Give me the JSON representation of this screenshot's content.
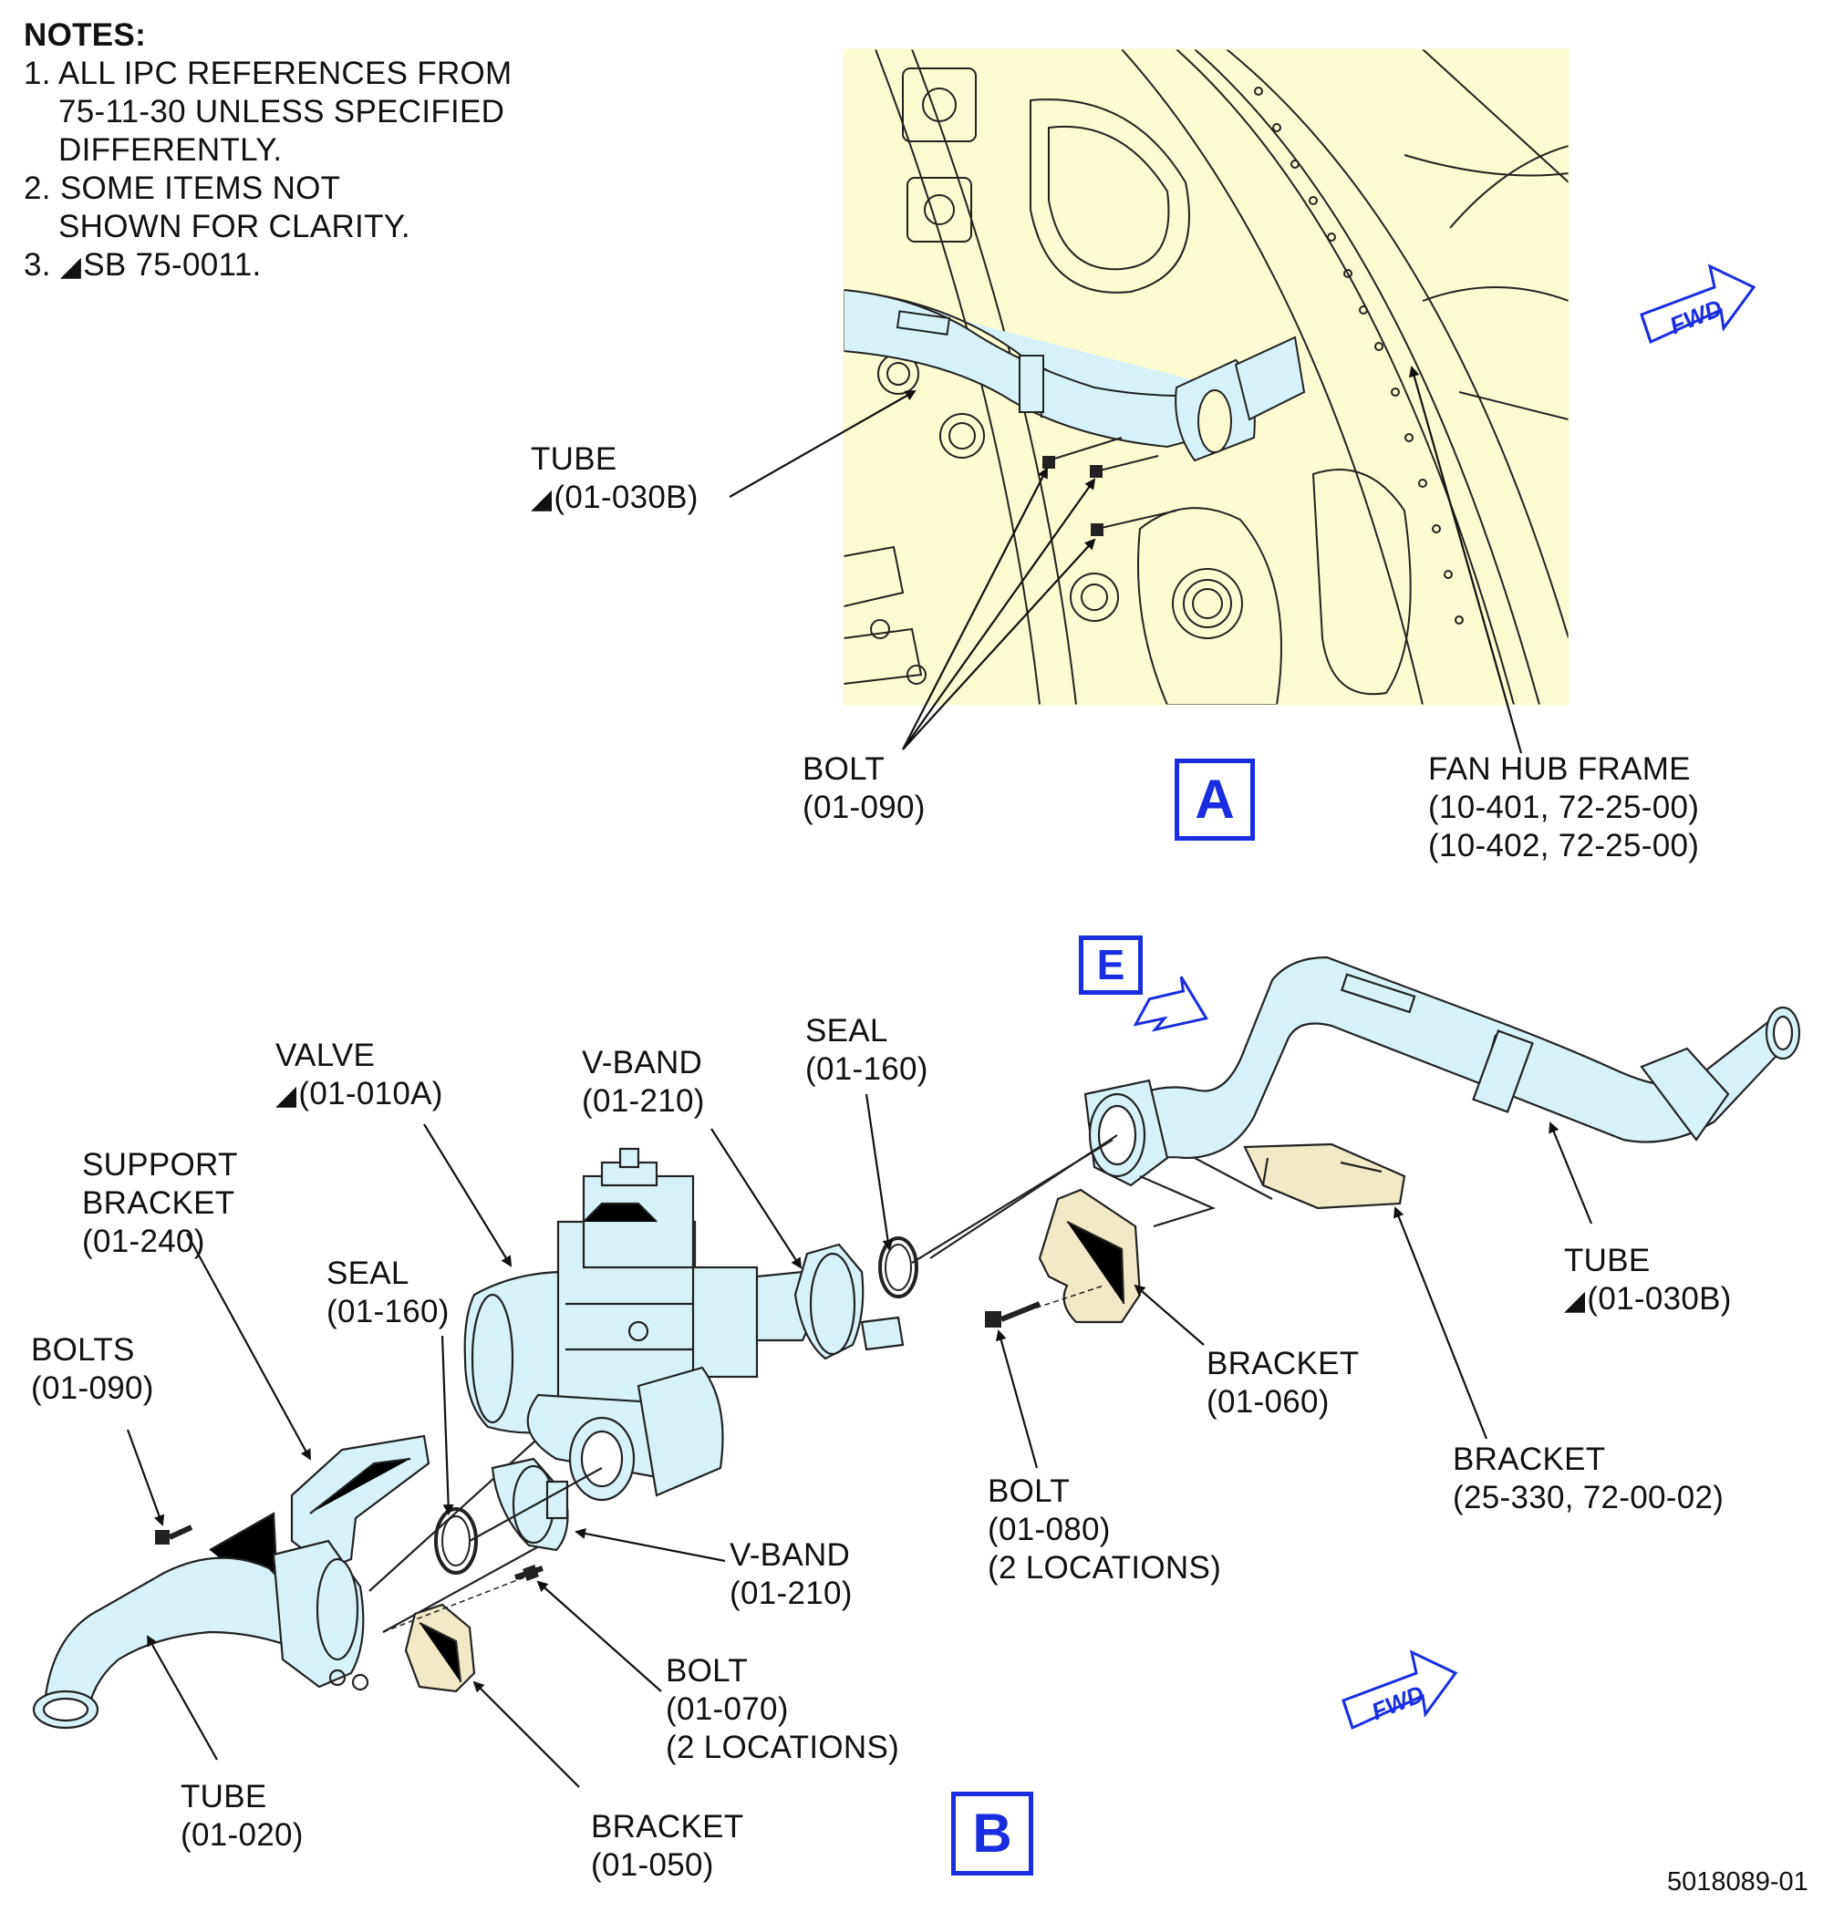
{
  "notes": {
    "title": "NOTES:",
    "line1": "1. ALL IPC REFERENCES FROM",
    "line1b": "75-11-30 UNLESS SPECIFIED",
    "line1c": "DIFFERENTLY.",
    "line2": "2. SOME ITEMS NOT",
    "line2b": "SHOWN FOR CLARITY.",
    "line3a": "3.",
    "line3b": "SB 75-0011."
  },
  "view_a": {
    "tag": "A",
    "tube_name": "TUBE",
    "tube_ref": "(01-030B)",
    "bolt_name": "BOLT",
    "bolt_ref": "(01-090)",
    "frame_name": "FAN HUB FRAME",
    "frame_ref1": "(10-401, 72-25-00)",
    "frame_ref2": "(10-402, 72-25-00)"
  },
  "view_b": {
    "tag": "B",
    "e_tag": "E",
    "valve_name": "VALVE",
    "valve_ref": "(01-010A)",
    "vband_top_name": "V-BAND",
    "vband_top_ref": "(01-210)",
    "seal_top_name": "SEAL",
    "seal_top_ref": "(01-160)",
    "support_name1": "SUPPORT",
    "support_name2": "BRACKET",
    "support_ref": "(01-240)",
    "seal_low_name": "SEAL",
    "seal_low_ref": "(01-160)",
    "bolts_name": "BOLTS",
    "bolts_ref": "(01-090)",
    "tube_right_name": "TUBE",
    "tube_right_ref": "(01-030B)",
    "bracket060_name": "BRACKET",
    "bracket060_ref": "(01-060)",
    "bracket330_name": "BRACKET",
    "bracket330_ref": "(25-330, 72-00-02)",
    "bolt080_name": "BOLT",
    "bolt080_ref": "(01-080)",
    "bolt080_loc": "(2 LOCATIONS)",
    "vband_low_name": "V-BAND",
    "vband_low_ref": "(01-210)",
    "bolt070_name": "BOLT",
    "bolt070_ref": "(01-070)",
    "bolt070_loc": "(2 LOCATIONS)",
    "tube020_name": "TUBE",
    "tube020_ref": "(01-020)",
    "bracket050_name": "BRACKET",
    "bracket050_ref": "(01-050)"
  },
  "fwd_label": "FWD",
  "doc_id": "5018089-01",
  "colors": {
    "blue": "#1a2de0",
    "tube": "#d6f2f8",
    "frame": "#fdfbd2",
    "bracket": "#f1e8c8"
  },
  "icons": [
    "fwd-arrow-icon",
    "revision-triangle-icon"
  ]
}
